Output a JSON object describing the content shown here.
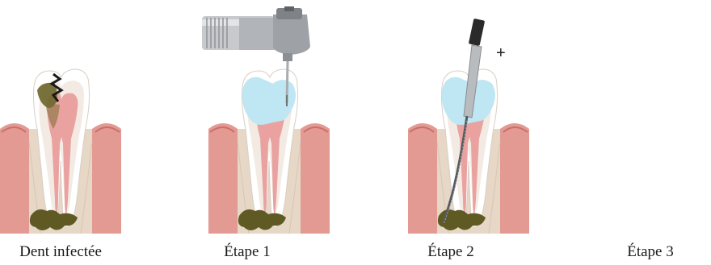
{
  "captions": {
    "infected": "Dent infectée",
    "step1": "Étape 1",
    "step2": "Étape 2",
    "step3": "Étape 3"
  },
  "plus_sign": "+",
  "colors": {
    "gum": "#e39a92",
    "gum_dark": "#c96f68",
    "bone": "#e6d7c6",
    "enamel": "#ffffff",
    "dentin": "#f3ebe3",
    "pulp": "#e9a2a0",
    "infection": "#5f5a24",
    "cleaned": "#bfe6f3",
    "filling": "#24aadf",
    "steel": "#b9bcbf"
  },
  "icons": [
    "crack-icon",
    "dental-drill-icon",
    "endodontic-file-icon",
    "water-spray-icon"
  ]
}
